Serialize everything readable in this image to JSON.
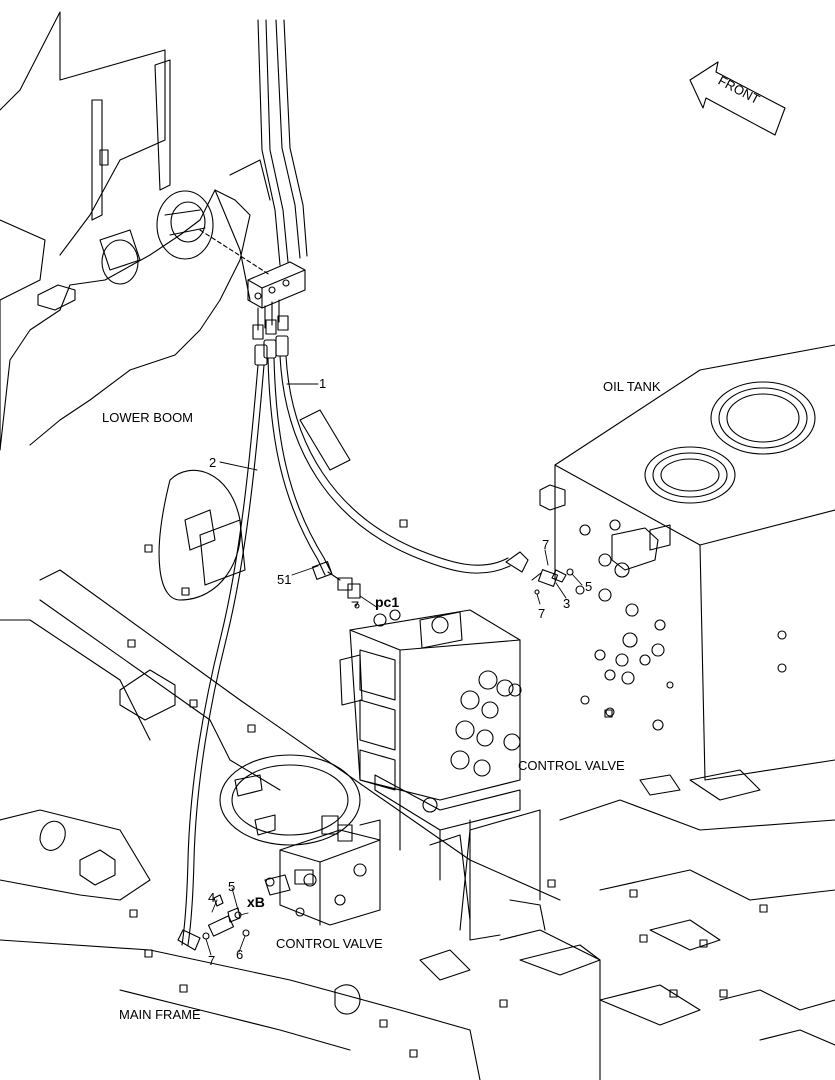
{
  "labels": {
    "lower_boom": "LOWER BOOM",
    "oil_tank": "OIL TANK",
    "control_valve_upper": "CONTROL VALVE",
    "control_valve_lower": "CONTROL VALVE",
    "main_frame": "MAIN FRAME",
    "front": "FRONT"
  },
  "ports": {
    "pc1": "pc1",
    "xB": "xB"
  },
  "callouts": {
    "c1": "1",
    "c2": "2",
    "c51": "51",
    "c7a": "7",
    "c7b": "7",
    "c5a": "5",
    "c3": "3",
    "c5b": "5",
    "c4": "4",
    "c7c": "7",
    "c6": "6"
  },
  "colors": {
    "line": "#000000",
    "fill": "#ffffff"
  }
}
